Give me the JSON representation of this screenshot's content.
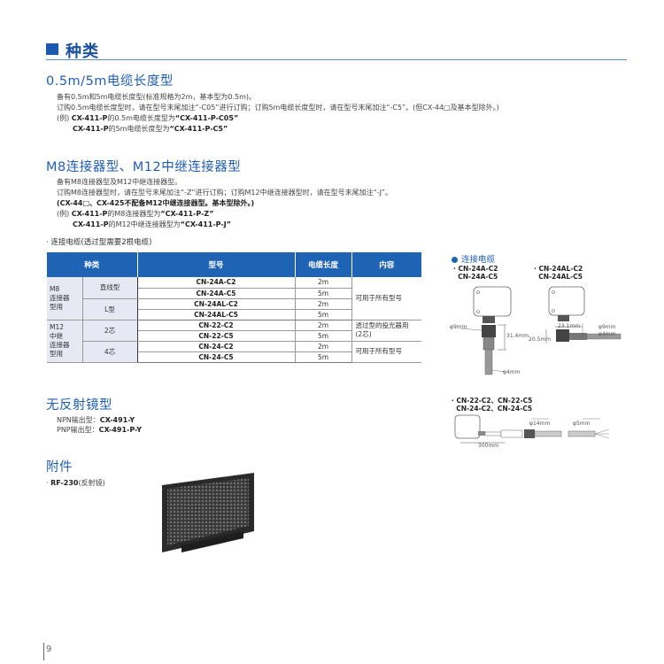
{
  "header": {
    "title": "种类"
  },
  "section1": {
    "title": "0.5m/5m电缆长度型",
    "lines": [
      "备有0.5m和5m电缆长度型(标准规格为2m，基本型为0.5m)。",
      "订购0.5m电缆长度型时，请在型号末尾加注“-C05”进行订购；订购5m电缆长度型时，请在型号末尾加注“-C5”。(但CX-44□及基本型除外。)"
    ],
    "example_prefix": "(例)",
    "examples": [
      {
        "model": "CX-411-P",
        "text": "的0.5m电缆长度型为",
        "result": "“CX-411-P-C05”"
      },
      {
        "model": "CX-411-P",
        "text": "的5m电缆长度型为",
        "result": "“CX-411-P-C5”"
      }
    ]
  },
  "section2": {
    "title": "M8连接器型、M12中继连接器型",
    "lines": [
      "备有M8连接器型及M12中继连接器型。",
      "订购M8连接器型时，请在型号末尾加注“-Z”进行订购；订购M12中继连接器型时，请在型号末尾加注“-J”。",
      "(CX-44□、CX-425不配备M12中继连接器型。基本型除外。)"
    ],
    "example_prefix": "(例)",
    "examples": [
      {
        "model": "CX-411-P",
        "text": "的M8连接器型为",
        "result": "“CX-411-P-Z”"
      },
      {
        "model": "CX-411-P",
        "text": "的M12中继连接器型为",
        "result": "“CX-411-P-J”"
      }
    ],
    "cable_note": "· 连接电缆(透过型需要2根电缆)"
  },
  "table": {
    "headers": [
      "种类",
      "型号",
      "电缆长度",
      "内容"
    ],
    "groups": [
      {
        "category": "M8\n连接器\n型用",
        "subs": [
          {
            "sub": "直线型",
            "rows": [
              {
                "model": "CN-24A-C2",
                "length": "2m"
              },
              {
                "model": "CN-24A-C5",
                "length": "5m"
              }
            ]
          },
          {
            "sub": "L型",
            "rows": [
              {
                "model": "CN-24AL-C2",
                "length": "2m"
              },
              {
                "model": "CN-24AL-C5",
                "length": "5m"
              }
            ]
          }
        ],
        "content": "可用于所有型号"
      },
      {
        "category": "M12\n中继\n连接器\n型用",
        "subs": [
          {
            "sub": "2芯",
            "rows": [
              {
                "model": "CN-22-C2",
                "length": "2m"
              },
              {
                "model": "CN-22-C5",
                "length": "5m"
              }
            ],
            "content": "透过型的投光器用\n(2芯)"
          },
          {
            "sub": "4芯",
            "rows": [
              {
                "model": "CN-24-C2",
                "length": "2m"
              },
              {
                "model": "CN-24-C5",
                "length": "5m"
              }
            ],
            "content": "可用于所有型号"
          }
        ]
      }
    ]
  },
  "diagrams": {
    "title": "连接电缆",
    "straight": {
      "labels": [
        "CN-24A-C2",
        "CN-24A-C5"
      ],
      "dims": {
        "dia_conn": "φ9mm",
        "len": "31.4mm",
        "dia_cable": "φ4mm"
      }
    },
    "lshape": {
      "labels": [
        "CN-24AL-C2",
        "CN-24AL-C5"
      ],
      "dims": {
        "width": "23.1mm",
        "height": "20.5mm",
        "dia_conn": "φ9mm",
        "dia_cable": "φ4mm"
      }
    },
    "relay": {
      "labels": [
        "CN-22-C2、CN-22-C5",
        "CN-24-C2、CN-24-C5"
      ],
      "dims": {
        "len": "300mm",
        "dia_conn": "φ14mm",
        "dia_cable": "φ5mm"
      }
    }
  },
  "section3": {
    "title": "无反射镜型",
    "items": [
      {
        "label": "NPN输出型：",
        "model": "CX-491-Y"
      },
      {
        "label": "PNP输出型：",
        "model": "CX-491-P-Y"
      }
    ]
  },
  "section4": {
    "title": "附件",
    "item_model": "RF-230",
    "item_desc": "(反射镜)"
  },
  "footer": {
    "page_number": "9"
  }
}
